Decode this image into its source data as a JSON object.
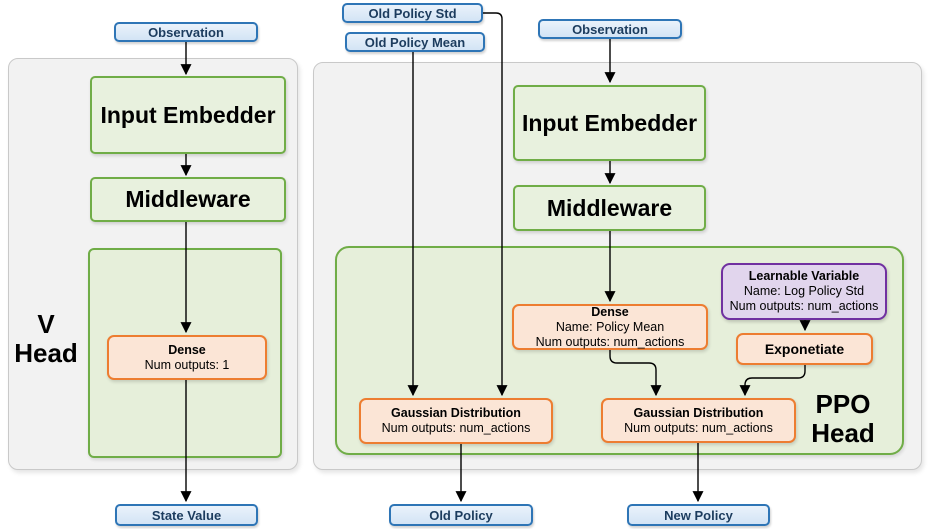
{
  "diagram": {
    "top_inputs": {
      "observation_left": "Observation",
      "old_policy_std": "Old Policy Std",
      "old_policy_mean": "Old Policy Mean",
      "observation_right": "Observation"
    },
    "outputs": {
      "state_value": "State Value",
      "old_policy": "Old Policy",
      "new_policy": "New Policy"
    },
    "v_head": {
      "title_line1": "V",
      "title_line2": "Head",
      "input_embedder": "Input Embedder",
      "middleware": "Middleware",
      "dense": {
        "title": "Dense",
        "num_outputs": "Num outputs: 1"
      }
    },
    "ppo_head": {
      "title_line1": "PPO",
      "title_line2": "Head",
      "input_embedder": "Input Embedder",
      "middleware": "Middleware",
      "dense_policy_mean": {
        "title": "Dense",
        "name": "Name: Policy Mean",
        "num_outputs": "Num outputs: num_actions"
      },
      "learnable_variable": {
        "title": "Learnable Variable",
        "name": "Name: Log Policy Std",
        "num_outputs": "Num outputs: num_actions"
      },
      "exponetiate": {
        "title": "Exponetiate"
      },
      "gaussian_old": {
        "title": "Gaussian Distribution",
        "num_outputs": "Num outputs: num_actions"
      },
      "gaussian_new": {
        "title": "Gaussian Distribution",
        "num_outputs": "Num outputs: num_actions"
      }
    },
    "colors": {
      "blue_border": "#2E75B6",
      "blue_fill": "#DEEBF7",
      "blue_text": "#1C3C5E",
      "green_border": "#70AD47",
      "green_fill": "#E6EFDA",
      "orange_border": "#ED7D31",
      "orange_fill": "#FBE5D6",
      "purple_border": "#7030A0",
      "purple_fill": "#E1D5ED",
      "panel_fill": "#F2F2F2",
      "panel_border": "#C9C9C9",
      "arrow": "#000000"
    }
  }
}
